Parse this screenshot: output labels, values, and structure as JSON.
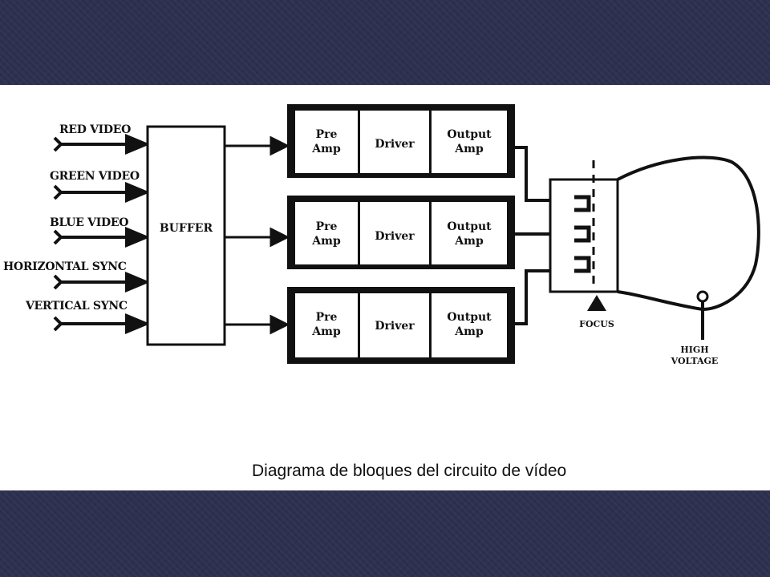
{
  "inputs": [
    {
      "label": "RED VIDEO"
    },
    {
      "label": "GREEN VIDEO"
    },
    {
      "label": "BLUE VIDEO"
    },
    {
      "label": "HORIZONTAL SYNC"
    },
    {
      "label": "VERTICAL SYNC"
    }
  ],
  "buffer": {
    "label": "BUFFER"
  },
  "channels": [
    {
      "pre_line1": "Pre",
      "pre_line2": "Amp",
      "driver": "Driver",
      "out_line1": "Output",
      "out_line2": "Amp"
    },
    {
      "pre_line1": "Pre",
      "pre_line2": "Amp",
      "driver": "Driver",
      "out_line1": "Output",
      "out_line2": "Amp"
    },
    {
      "pre_line1": "Pre",
      "pre_line2": "Amp",
      "driver": "Driver",
      "out_line1": "Output",
      "out_line2": "Amp"
    }
  ],
  "crt": {
    "focus_label": "FOCUS",
    "hv_line1": "HIGH",
    "hv_line2": "VOLTAGE"
  },
  "caption": "Diagrama de bloques del circuito de vídeo",
  "colors": {
    "band": "#2e3050",
    "ink": "#111111",
    "slide": "#ffffff"
  }
}
